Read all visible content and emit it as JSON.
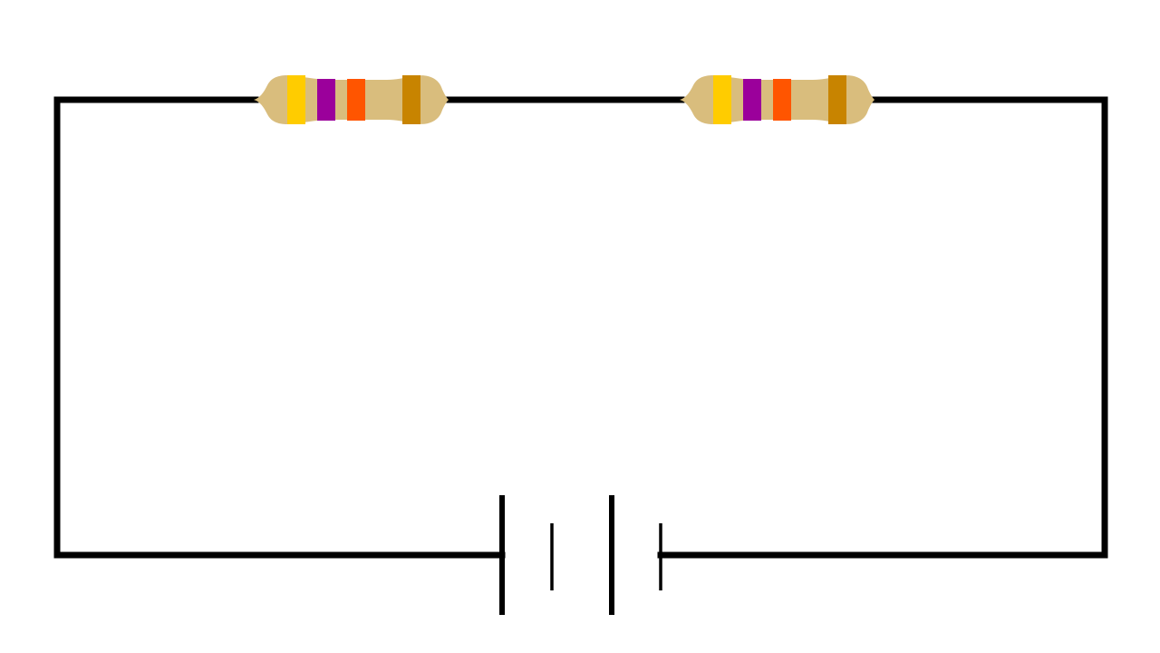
{
  "circuit": {
    "wire_color": "#000000",
    "components": [
      {
        "kind": "resistor",
        "name": "resistor-left",
        "body_color": "#D9BD7D",
        "band_colors": [
          "#FFCC00",
          "#9B009B",
          "#FF5500",
          "#C88400"
        ]
      },
      {
        "kind": "resistor",
        "name": "resistor-right",
        "body_color": "#D9BD7D",
        "band_colors": [
          "#FFCC00",
          "#9B009B",
          "#FF5500",
          "#C88400"
        ]
      },
      {
        "kind": "battery",
        "name": "battery",
        "cells": 2
      }
    ]
  }
}
